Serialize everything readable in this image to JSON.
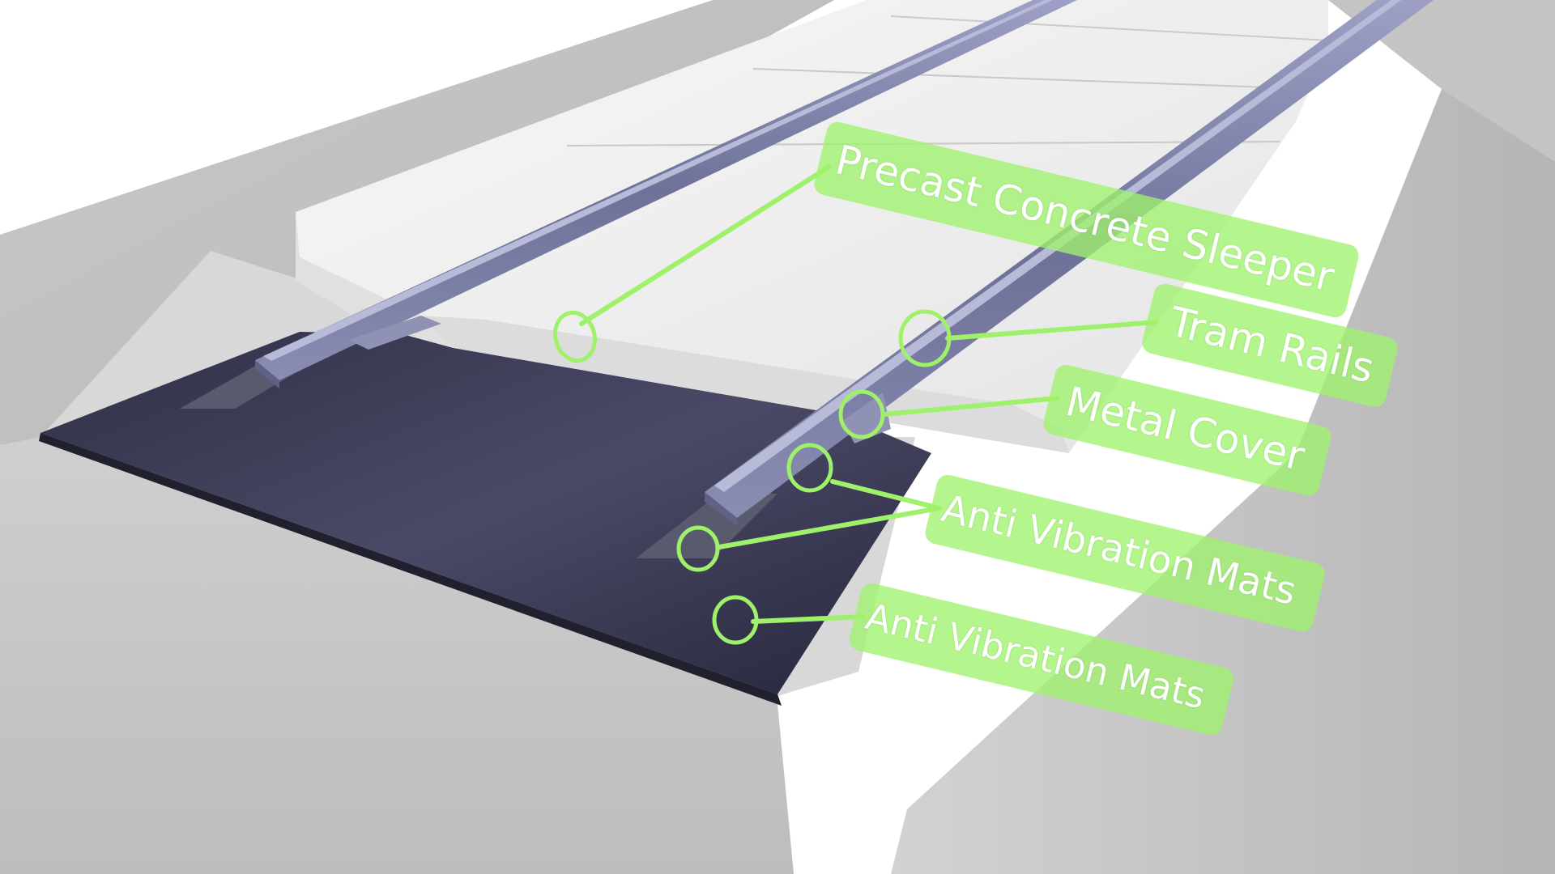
{
  "callouts": {
    "sleeper": "Precast Concrete Sleeper",
    "rails": "Tram Rails",
    "cover": "Metal Cover",
    "mats_upper": "Anti Vibration Mats",
    "mats_lower": "Anti Vibration Mats"
  },
  "colors": {
    "callout_fill": "#a0f26e",
    "leader_line": "#9ff06a",
    "concrete_trough": "#bdbdbd",
    "sleeper": "#ededed",
    "rail": "#7c7fa8",
    "mat": "#3e3e58"
  }
}
